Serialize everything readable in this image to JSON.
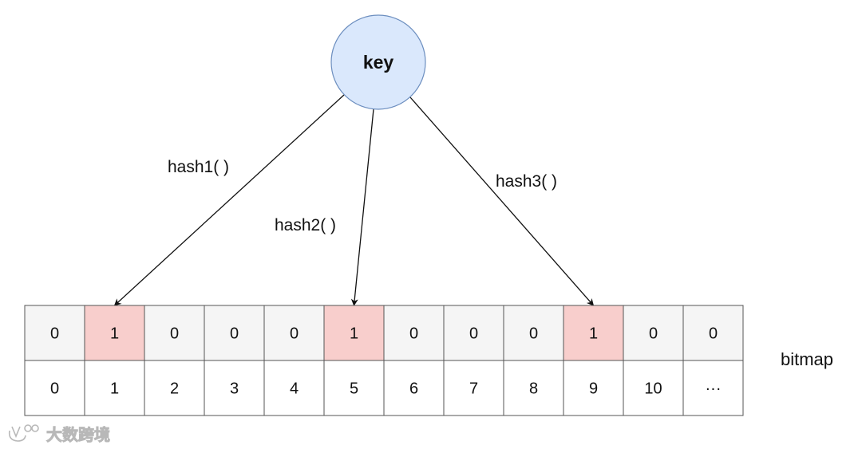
{
  "diagram": {
    "key_node": {
      "label": "key",
      "fill": "#dae8fc",
      "stroke": "#6c8ebf"
    },
    "hash_edges": [
      {
        "label": "hash1( )",
        "target_index": 1
      },
      {
        "label": "hash2( )",
        "target_index": 5
      },
      {
        "label": "hash3( )",
        "target_index": 9
      }
    ],
    "bit_row": [
      "0",
      "1",
      "0",
      "0",
      "0",
      "1",
      "0",
      "0",
      "0",
      "1",
      "0",
      "0"
    ],
    "index_row": [
      "0",
      "1",
      "2",
      "3",
      "4",
      "5",
      "6",
      "7",
      "8",
      "9",
      "10",
      "···"
    ],
    "set_bit_fill": "#f8cecc",
    "clear_bit_fill": "#f5f5f5",
    "index_fill": "#ffffff",
    "side_label": "bitmap"
  },
  "watermark": {
    "text": "大数跨境"
  }
}
